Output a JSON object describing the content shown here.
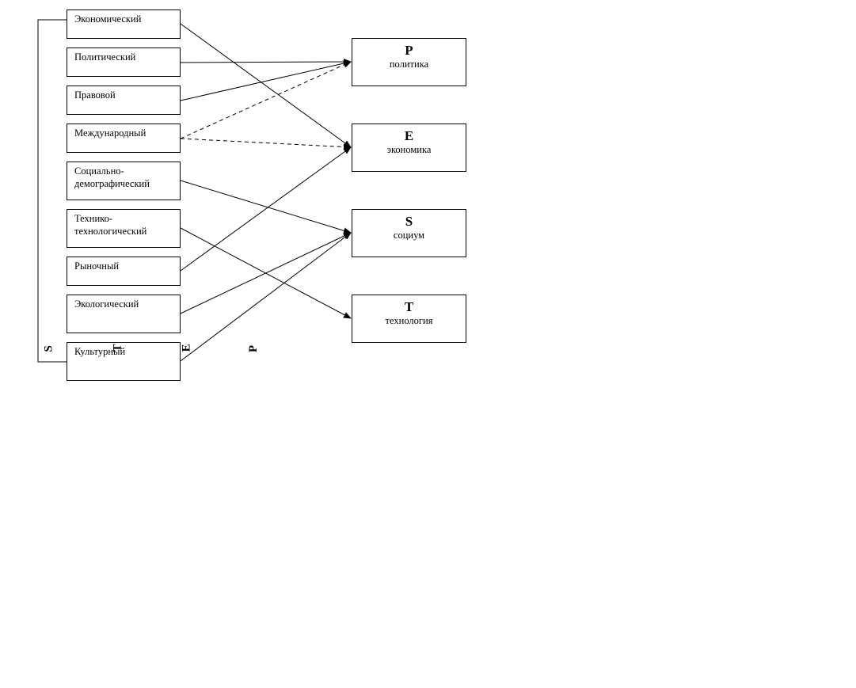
{
  "factors": [
    {
      "label": "Экономический"
    },
    {
      "label": "Политический"
    },
    {
      "label": "Правовой"
    },
    {
      "label": "Международный"
    },
    {
      "label": "Социально-",
      "label2": "демографический"
    },
    {
      "label": "Технико-",
      "label2": "технологический"
    },
    {
      "label": "Рыночный"
    },
    {
      "label": "Экологический"
    },
    {
      "label": "Культурный"
    }
  ],
  "categories": [
    {
      "letter": "P",
      "name": "политика"
    },
    {
      "letter": "E",
      "name": "экономика"
    },
    {
      "letter": "S",
      "name": "социум"
    },
    {
      "letter": "T",
      "name": "технология"
    }
  ],
  "vertical_letters": [
    "S",
    "T",
    "E",
    "P"
  ],
  "links": [
    {
      "from": 0,
      "to": 1,
      "style": "solid"
    },
    {
      "from": 1,
      "to": 0,
      "style": "solid"
    },
    {
      "from": 2,
      "to": 0,
      "style": "solid"
    },
    {
      "from": 3,
      "to": 0,
      "style": "dashed"
    },
    {
      "from": 3,
      "to": 1,
      "style": "dashed"
    },
    {
      "from": 4,
      "to": 2,
      "style": "solid"
    },
    {
      "from": 5,
      "to": 3,
      "style": "solid"
    },
    {
      "from": 6,
      "to": 1,
      "style": "solid"
    },
    {
      "from": 7,
      "to": 2,
      "style": "solid"
    },
    {
      "from": 8,
      "to": 2,
      "style": "solid"
    }
  ],
  "colors": {
    "stroke": "#000000",
    "background": "#ffffff"
  }
}
